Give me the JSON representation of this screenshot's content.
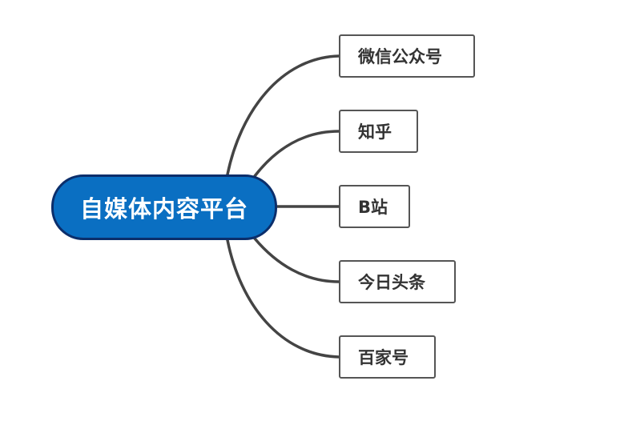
{
  "mindmap": {
    "root": {
      "label": "自媒体内容平台",
      "fill_color": "#0a6fc2",
      "border_color": "#0b2e6b",
      "text_color": "#ffffff"
    },
    "connector_color": "#444444",
    "branches": [
      {
        "label": "微信公众号"
      },
      {
        "label": "知乎"
      },
      {
        "label": "B站"
      },
      {
        "label": "今日头条"
      },
      {
        "label": "百家号"
      }
    ]
  }
}
